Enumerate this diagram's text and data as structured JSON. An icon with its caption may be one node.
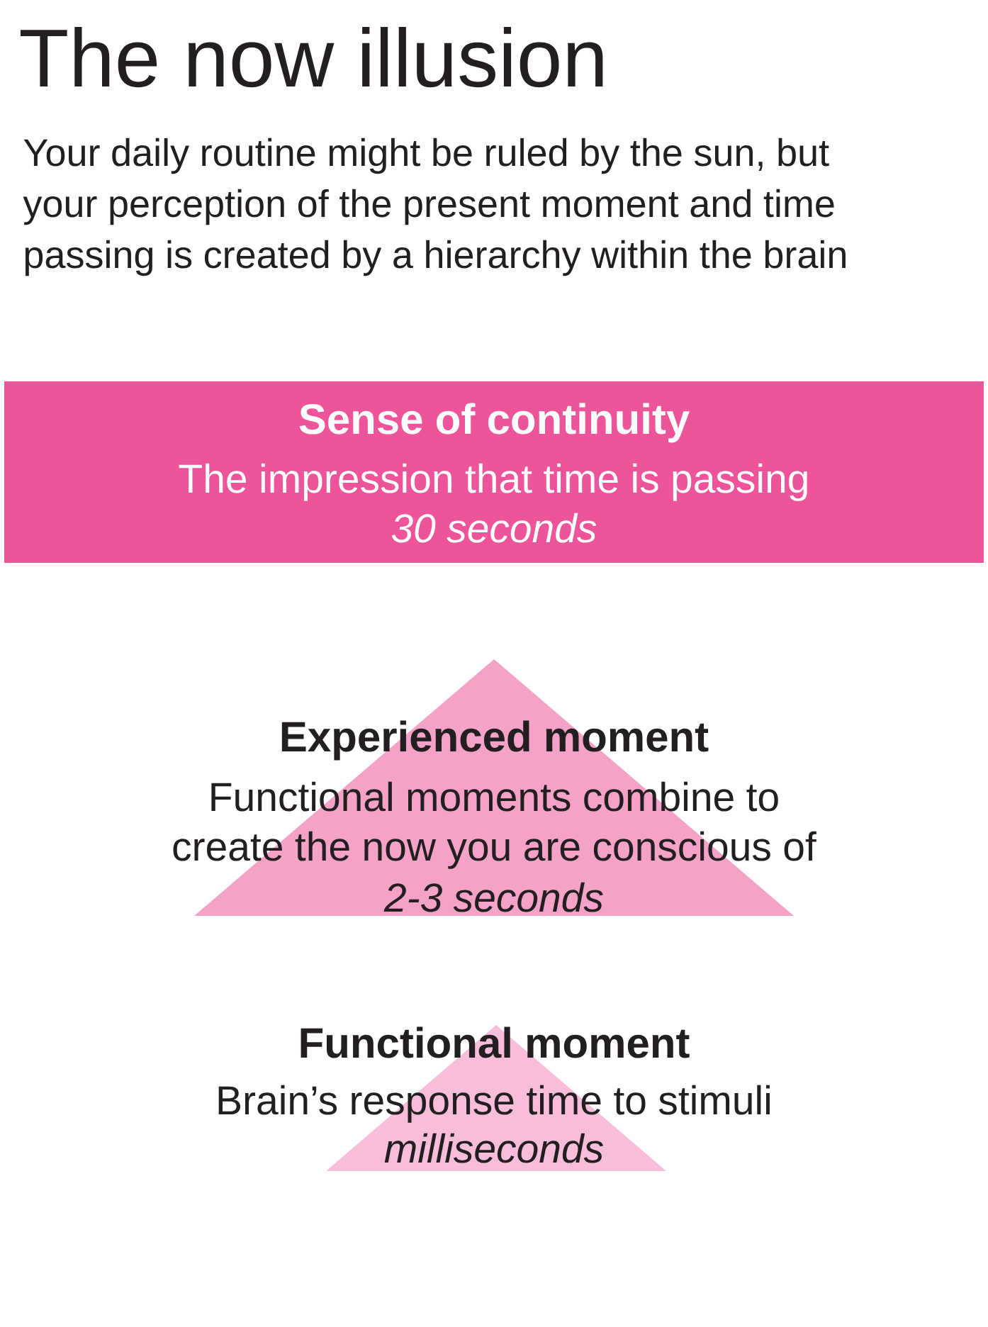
{
  "diagram": {
    "title": "The now illusion",
    "caption": "Your daily routine might be ruled by the sun, but your perception of the present moment and time passing is created by a hierarchy within the brain",
    "nodes": [
      {
        "text": [
          "Sense of continuity",
          "The impression that time is passing",
          "30 seconds"
        ]
      },
      {
        "text": [
          "Experienced moment",
          "Functional moments combine to create the now you are conscious of",
          "2-3 seconds"
        ]
      },
      {
        "text": [
          "Functional moment",
          "Brain’s response time to stimuli",
          "milliseconds"
        ]
      }
    ]
  }
}
